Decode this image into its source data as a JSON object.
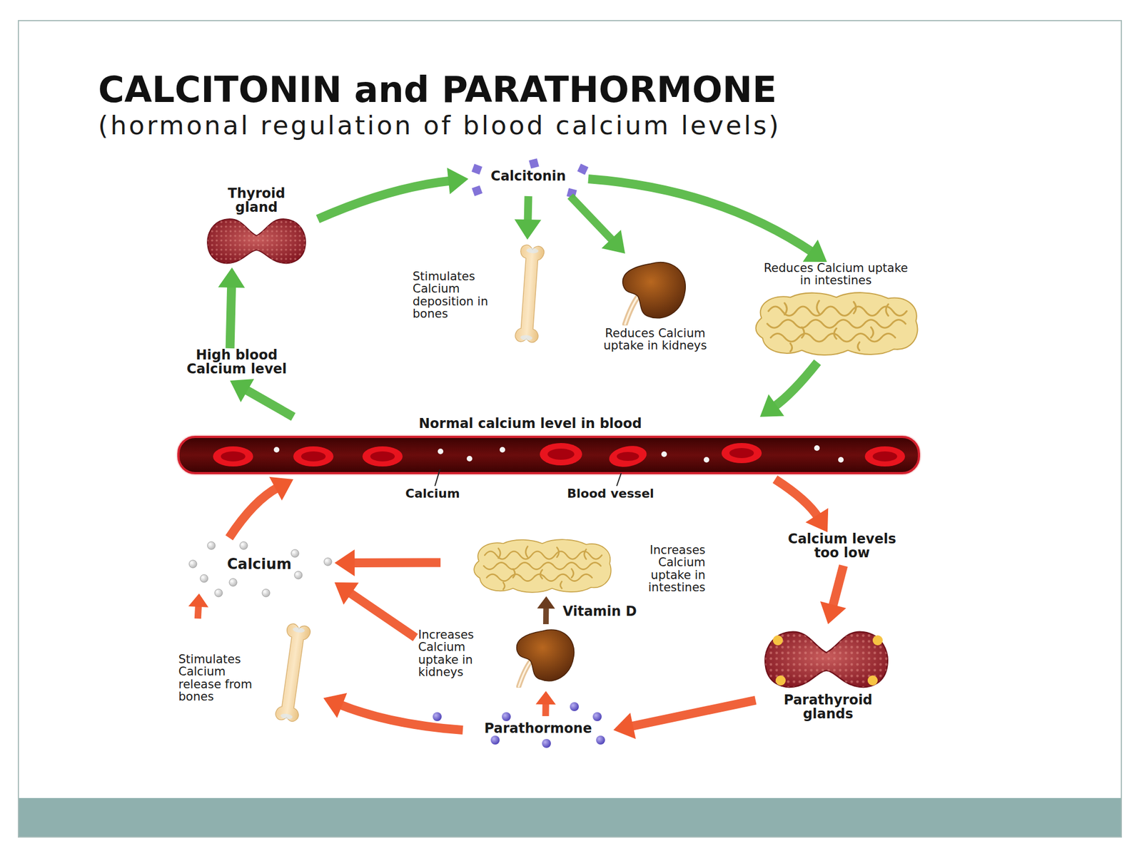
{
  "diagram": {
    "title": "CALCITONIN and PARATHORMONE",
    "nodes": [
      {
        "text": [
          "Thyroid gland"
        ]
      },
      {
        "text": [
          "Calcitonin"
        ]
      },
      {
        "text": [
          "Stimulates Calcium deposition in bones"
        ]
      },
      {
        "text": [
          "Reduces Calcium uptake in kidneys"
        ]
      },
      {
        "text": [
          "Reduces Calcium uptake in intestines"
        ]
      },
      {
        "text": [
          "Normal calcium level in blood"
        ]
      },
      {
        "text": [
          "High blood Calcium level"
        ]
      },
      {
        "text": [
          "Calcium levels too low"
        ]
      },
      {
        "text": [
          "Parathyroid glands"
        ]
      },
      {
        "text": [
          "Parathormone"
        ]
      },
      {
        "text": [
          "Stimulates Calcium release from bones"
        ]
      },
      {
        "text": [
          "Increases Calcium uptake in kidneys"
        ]
      },
      {
        "text": [
          "Increases Calcium uptake in intestines"
        ]
      },
      {
        "text": [
          "Calcium"
        ]
      }
    ],
    "edges": [
      {
        "from": 0,
        "to": 1,
        "arrow": "to"
      },
      {
        "from": 1,
        "to": 2,
        "arrow": "to"
      },
      {
        "from": 1,
        "to": 3,
        "arrow": "to"
      },
      {
        "from": 1,
        "to": 4,
        "arrow": "to"
      },
      {
        "from": 4,
        "to": 5,
        "arrow": "to"
      },
      {
        "from": 5,
        "to": 6,
        "arrow": "to"
      },
      {
        "from": 6,
        "to": 0,
        "arrow": "to"
      },
      {
        "from": 5,
        "to": 7,
        "arrow": "to"
      },
      {
        "from": 7,
        "to": 8,
        "arrow": "to"
      },
      {
        "from": 8,
        "to": 9,
        "arrow": "to"
      },
      {
        "from": 9,
        "to": 10,
        "arrow": "to"
      },
      {
        "from": 9,
        "to": 11,
        "arrow": "to"
      },
      {
        "from": 11,
        "to": 12,
        "label": "Vitamin D",
        "arrow": "to"
      },
      {
        "from": 12,
        "to": 13,
        "arrow": "to"
      },
      {
        "from": 11,
        "to": 13,
        "arrow": "to"
      },
      {
        "from": 10,
        "to": 13,
        "arrow": "to"
      },
      {
        "from": 13,
        "to": 5,
        "arrow": "to"
      }
    ],
    "labels": [
      "(hormonal regulation of blood calcium levels)",
      "Calcium",
      "Blood vessel"
    ]
  }
}
